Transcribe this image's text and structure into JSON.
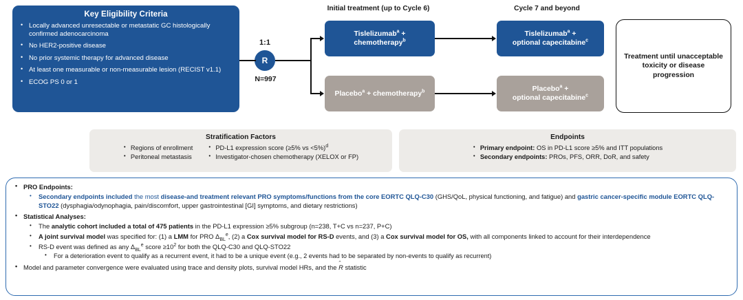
{
  "eligibility": {
    "title": "Key Eligibility Criteria",
    "items": [
      "Locally advanced unresectable or metastatic GC histologically confirmed adenocarcinoma",
      "No HER2-positive disease",
      "No prior systemic therapy for advanced disease",
      "At least one measurable or non-measurable lesion (RECIST v1.1)",
      "ECOG PS 0 or 1"
    ]
  },
  "randomization": {
    "ratio": "1:1",
    "node_label": "R",
    "n_label": "N=997"
  },
  "columns": {
    "initial": "Initial treatment (up to Cycle 6)",
    "cycle7": "Cycle 7 and beyond"
  },
  "arms": {
    "initial_experimental_line1": "Tislelizumab",
    "initial_experimental_sup1": "a",
    "initial_experimental_line1_tail": " +",
    "initial_experimental_line2": "chemotherapy",
    "initial_experimental_sup2": "b",
    "initial_control_line1": "Placebo",
    "initial_control_sup1": "a",
    "initial_control_line1_tail": " + chemotherapy",
    "initial_control_sup2": "b",
    "cycle7_experimental_line1": "Tislelizumab",
    "cycle7_experimental_sup1": "a",
    "cycle7_experimental_line1_tail": " +",
    "cycle7_experimental_line2": "optional capecitabine",
    "cycle7_experimental_sup2": "c",
    "cycle7_control_line1": "Placebo",
    "cycle7_control_sup1": "a",
    "cycle7_control_line1_tail": " +",
    "cycle7_control_line2": "optional capecitabine",
    "cycle7_control_sup2": "c"
  },
  "outcome_box": {
    "line1": "Treatment until unacceptable",
    "line2": "toxicity or disease progression"
  },
  "stratification": {
    "title": "Stratification Factors",
    "column_left": [
      "Regions of enrollment",
      "Peritoneal metastasis"
    ],
    "column_right_1_text": "PD-L1 expression score (≥5% vs <5%)",
    "column_right_1_sup": "d",
    "column_right_2_text": "Investigator-chosen chemotherapy (XELOX or FP)"
  },
  "endpoints": {
    "title": "Endpoints",
    "primary_label": "Primary endpoint:",
    "primary_text": " OS in PD-L1 score ≥5% and ITT populations",
    "secondary_label": "Secondary endpoints:",
    "secondary_text": " PROs, PFS, ORR, DoR, and safety"
  },
  "bottom_panel": {
    "pro_heading": "PRO Endpoints:",
    "pro_b1_bold1": "Secondary endpoints included",
    "pro_b1_plain1": " the most ",
    "pro_b1_bold2": "disease-and treatment relevant PRO symptoms/functions from the core EORTC QLQ-C30",
    "pro_b1_plain2": " (GHS/QoL, physical functioning, and fatigue) and ",
    "pro_b1_bold3": "gastric cancer-specific module EORTC QLQ-STO22",
    "pro_b1_plain3": " (dysphagia/odynophagia, pain/discomfort, upper gastrointestinal [GI] symptoms, and dietary restrictions)",
    "stats_heading": "Statistical Analyses:",
    "stats_b1_plain1": "The ",
    "stats_b1_bold1": "analytic cohort included a total of 475 patients",
    "stats_b1_plain2": " in the PD-L1 expression ≥5% subgroup (n=238, T+C vs n=237, P+C)",
    "stats_b2_bold1": "A joint survival model",
    "stats_b2_plain1": " was specified for: (1) a ",
    "stats_b2_bold2": "LMM",
    "stats_b2_plain2": " for PRO Δ",
    "stats_b2_sub1": "BL",
    "stats_b2_sup1": "e",
    "stats_b2_plain3": ", (2) a ",
    "stats_b2_bold3": "Cox survival model for RS-D",
    "stats_b2_plain4": " events, and (3) a ",
    "stats_b2_bold4": "Cox survival model for OS,",
    "stats_b2_plain5": " with all components linked to account for their interdependence",
    "stats_b3_plain1": "RS-D event was defined as any Δ",
    "stats_b3_sub1": "BL",
    "stats_b3_sup1": "e",
    "stats_b3_plain2": " score ≥10",
    "stats_b3_sup2": "2",
    "stats_b3_plain3": " for both the QLQ-C30 and QLQ-STO22",
    "stats_b3_sub_bullet": "For a deterioration event to qualify as a recurrent event, it had to be a unique event (e.g., 2 events had to be separated by non-events to qualify as recurrent)",
    "stats_b4_plain1": "Model and parameter convergence were evaluated using trace and density plots, survival model HRs, and the ",
    "stats_b4_rhat": "R",
    "stats_b4_plain2": " statistic"
  },
  "colors": {
    "brand_blue": "#1F5596",
    "arm_gray": "#A9A19B",
    "band_bg": "#EDEBE8",
    "panel_border": "#2E6BB0"
  }
}
